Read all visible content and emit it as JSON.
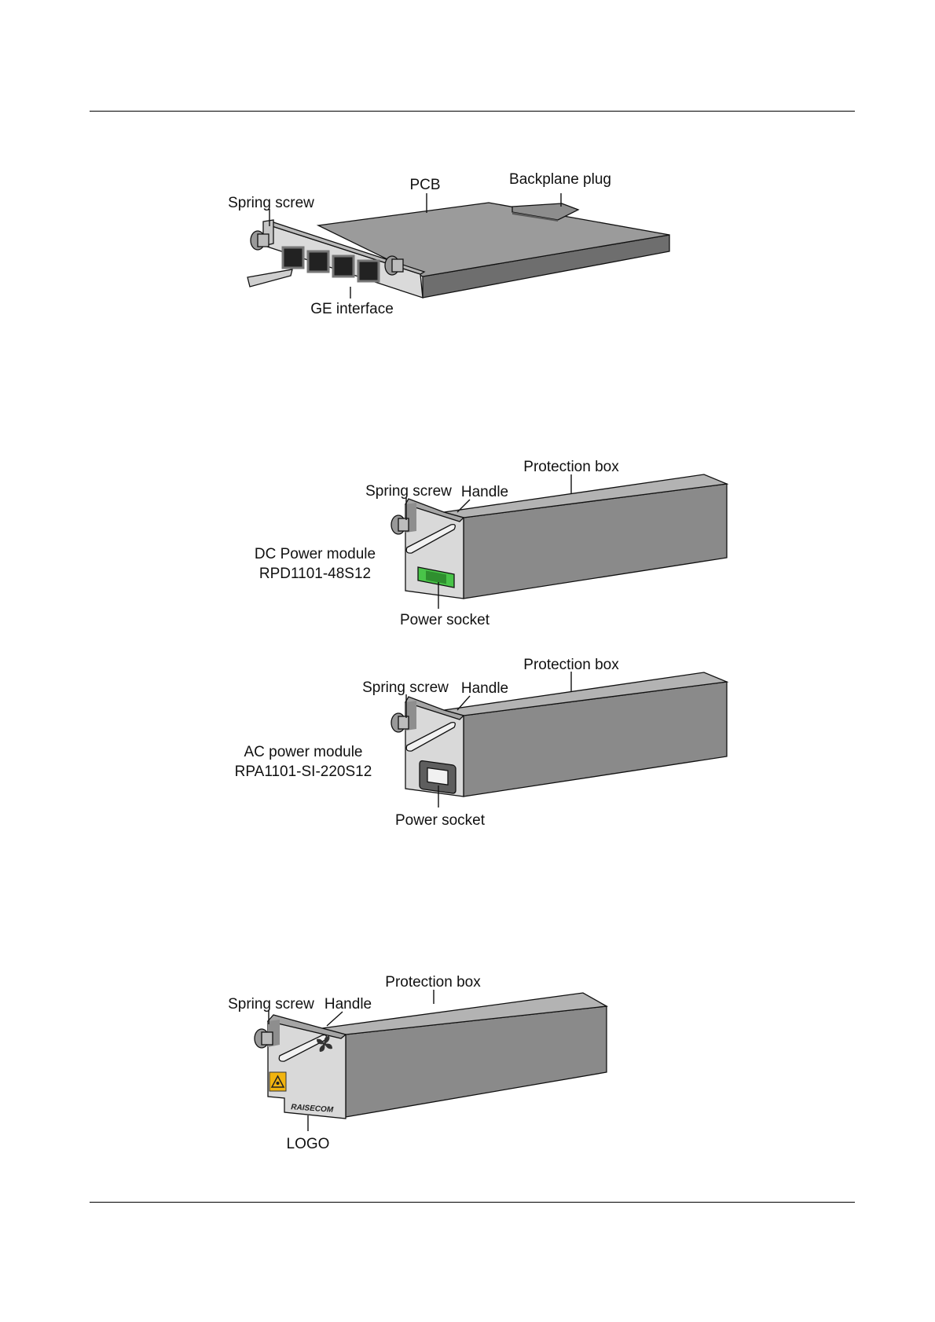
{
  "figure1": {
    "labels": {
      "pcb": "PCB",
      "backplane_plug": "Backplane plug",
      "spring_screw": "Spring screw",
      "ge_interface": "GE interface"
    }
  },
  "figure2": {
    "dc": {
      "protection_box": "Protection box",
      "spring_screw": "Spring screw",
      "handle": "Handle",
      "module_name": "DC Power module",
      "module_model": "RPD1101-48S12",
      "power_socket": "Power socket"
    },
    "ac": {
      "protection_box": "Protection box",
      "spring_screw": "Spring screw",
      "handle": "Handle",
      "module_name": "AC power module",
      "module_model": "RPA1101-SI-220S12",
      "power_socket": "Power socket"
    }
  },
  "figure3": {
    "protection_box": "Protection box",
    "spring_screw": "Spring screw",
    "handle": "Handle",
    "logo": "LOGO",
    "brand": "RAISECOM"
  },
  "colors": {
    "box_dark": "#8a8a8a",
    "box_top": "#b3b3b3",
    "panel": "#d9d9d9",
    "green_socket": "#49c449",
    "warning_yellow": "#f1b40f"
  }
}
